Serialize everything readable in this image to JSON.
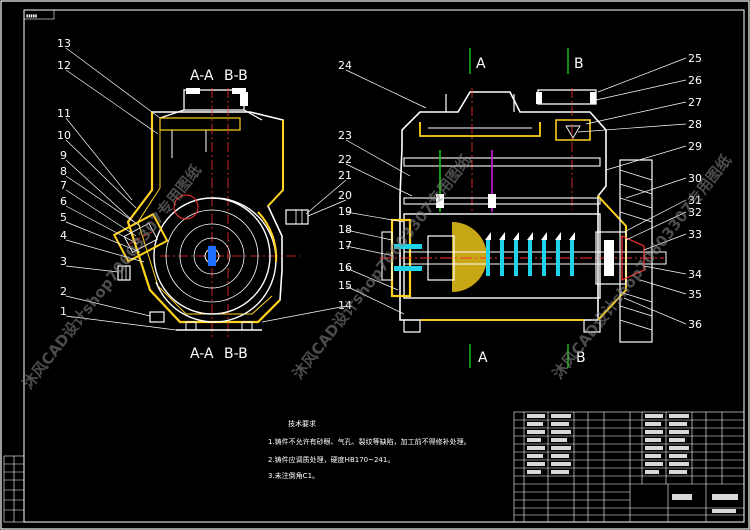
{
  "sheet": {
    "corner_tag": "▮▮▮▮▮",
    "section_marks": {
      "aa": "A-A",
      "bb": "B-B",
      "a": "A",
      "b": "B"
    },
    "callouts_left": [
      "13",
      "12",
      "11",
      "10",
      "9",
      "8",
      "7",
      "6",
      "5",
      "4",
      "3",
      "2",
      "1"
    ],
    "callouts_mid_left": [
      "24",
      "23",
      "22",
      "21",
      "20",
      "19",
      "18",
      "17",
      "16",
      "15",
      "14"
    ],
    "callouts_right": [
      "25",
      "26",
      "27",
      "28",
      "29",
      "30",
      "31",
      "32",
      "33",
      "34",
      "35",
      "36"
    ],
    "tech_notes": {
      "title": "技术要求",
      "line1": "1.铸件不允许有砂眼、气孔、裂纹等缺陷，加工前不得修补处理。",
      "line2": "2.铸件应调质处理，硬度HB170~241。",
      "line3": "3.未注倒角C1。"
    },
    "watermark": "沐风CAD设计shop70603307专用图纸"
  }
}
